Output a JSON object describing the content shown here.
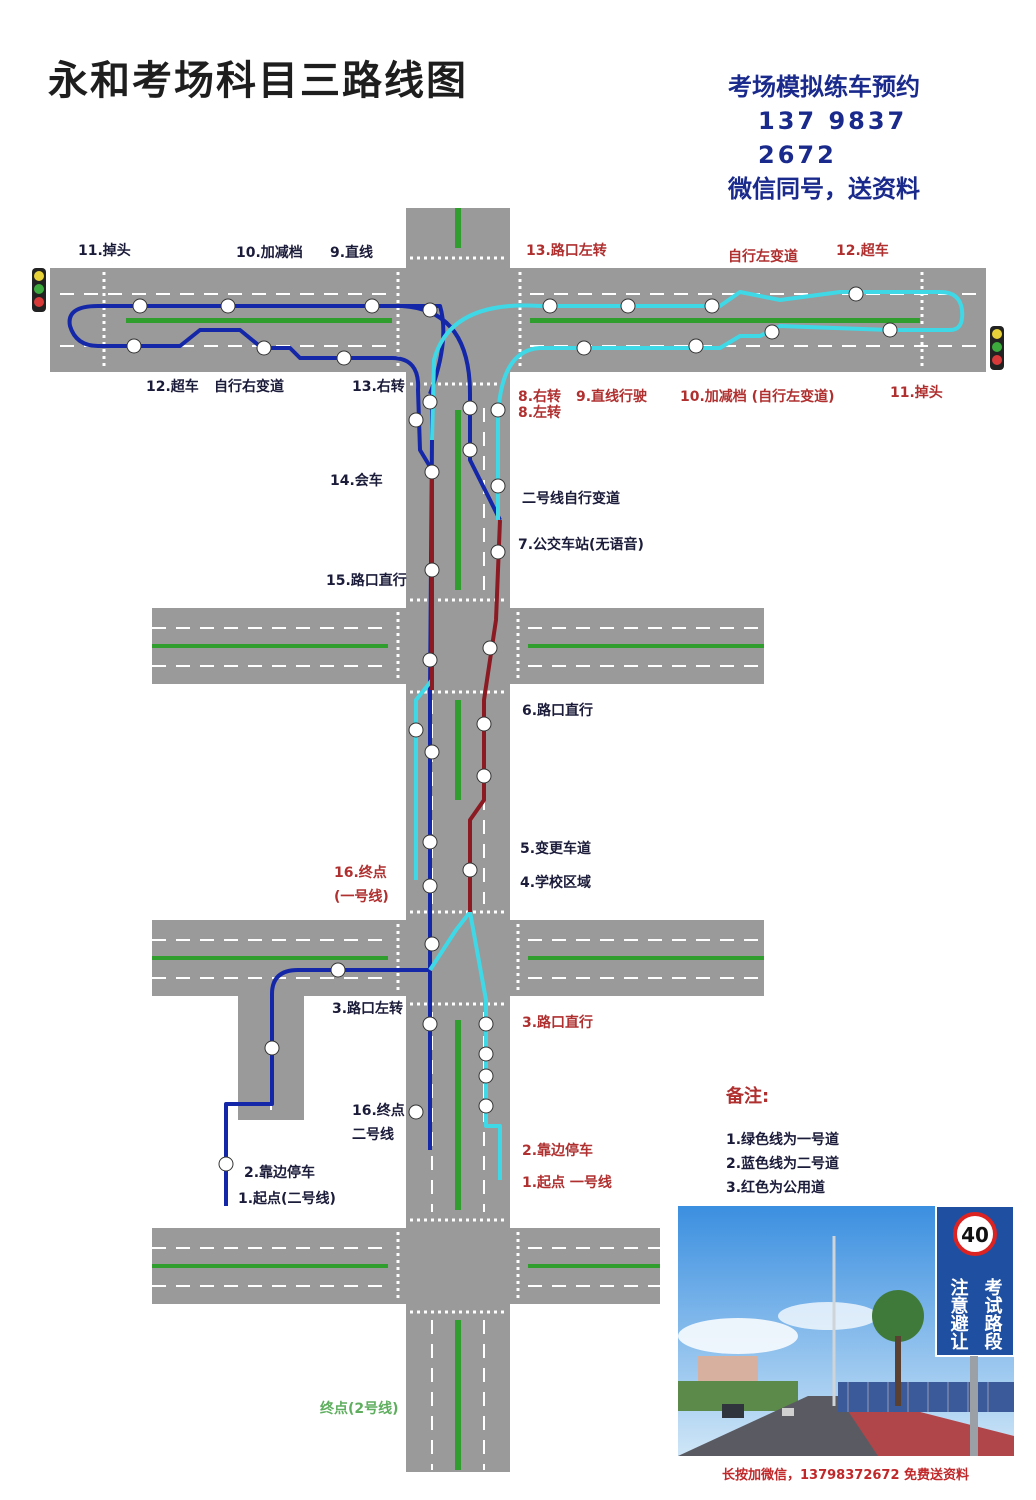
{
  "title": "永和考场科目三路线图",
  "contact": {
    "line1": "考场模拟练车预约",
    "phone": "137 9837 2672",
    "line3": "微信同号，送资料"
  },
  "labels": {
    "l11_uturn": "11.掉头",
    "l10_gear": "10.加减档",
    "l9_straight": "9.直线",
    "l12_overtake": "12.超车",
    "l_right_change": "自行右变道",
    "l13_right": "13.右转",
    "l14_meet": "14.会车",
    "l15_cross": "15.路口直行",
    "r13_left": "13.路口左转",
    "r_left_change": "自行左变道",
    "r12_overtake": "12.超车",
    "r8_right": "8.右转",
    "r8_left": "8.左转",
    "r9_straight": "9.直线行驶",
    "r10_gear": "10.加减档 (自行左变道)",
    "r11_uturn": "11.掉头",
    "r_line2_change": "二号线自行变道",
    "r7_bus": "7.公交车站(无语音)",
    "r6_cross": "6.路口直行",
    "r16_end": "16.终点",
    "r16_line1": "(一号线)",
    "r5_lane": "5.变更车道",
    "r4_school": "4.学校区域",
    "l3_left": "3.路口左转",
    "r3_cross": "3.路口直行",
    "l16_end": "16.终点",
    "l16_line2": "二号线",
    "l2_stop": "2.靠边停车",
    "l1_start": "1.起点(二号线)",
    "r2_stop": "2.靠边停车",
    "r1_start": "1.起点 一号线",
    "end2": "终点(2号线)"
  },
  "notes": {
    "heading": "备注:",
    "items": [
      "1.绿色线为一号道",
      "2.蓝色线为二号道",
      "3.红色为公用道"
    ]
  },
  "sign": {
    "speed": "40",
    "text_left": "注意避让",
    "text_right": "考试路段"
  },
  "footer": "长按加微信，13798372672 免费送资料",
  "colors": {
    "route_line1": "#3fd8e6",
    "route_line2": "#1427a8",
    "route_shared": "#8b1a22",
    "road": "#9a9a9a",
    "median": "#2f9e2f"
  }
}
